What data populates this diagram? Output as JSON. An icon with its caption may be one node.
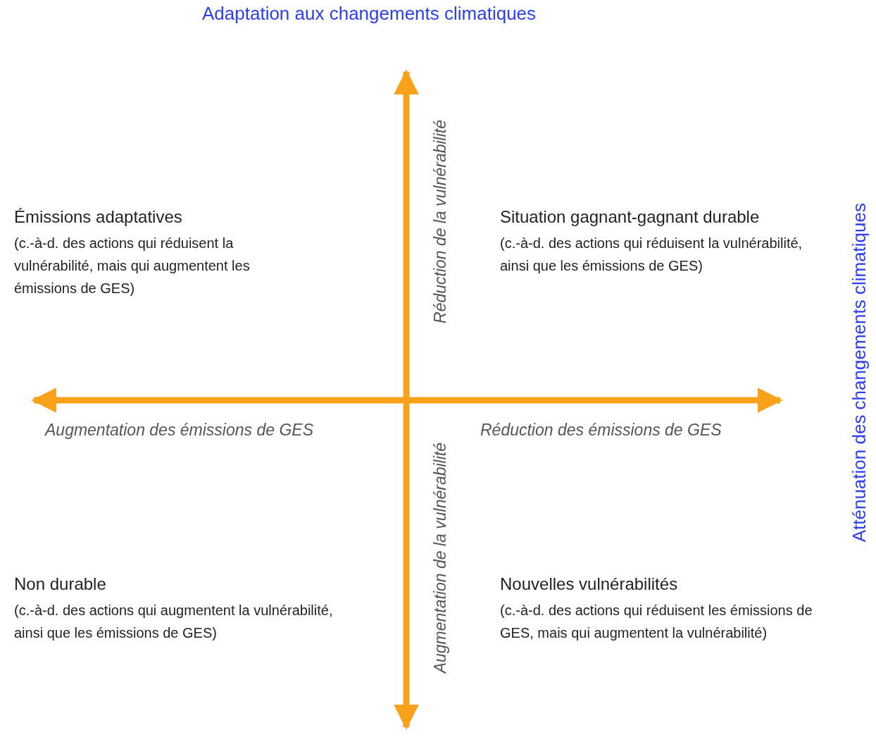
{
  "diagram": {
    "labels": [
      "Adaptation aux changements climatiques",
      "Réduction de la vulnérabilité",
      "Émissions adaptatives",
      "(c.-à-d. des actions qui réduisent la vulnérabilité, mais qui augmentent les émissions de GES)",
      "Situation gagnant-gagnant durable",
      "(c.-à-d. des actions qui réduisent la vulnérabilité, ainsi que les émissions de GES)",
      "Atténuation des changements climatiques",
      "Augmentation des émissions de GES",
      "Réduction des émissions de GES",
      "Augmentation de la vulnérabilité",
      "Non durable",
      "(c.-à-d. des actions qui augmentent la vulnérabilité, ainsi que les émissions de GES)",
      "Nouvelles vulnérabilités",
      "(c.-à-d. des actions qui réduisent les émissions de GES, mais qui augmentent la vulnérabilité)"
    ]
  }
}
